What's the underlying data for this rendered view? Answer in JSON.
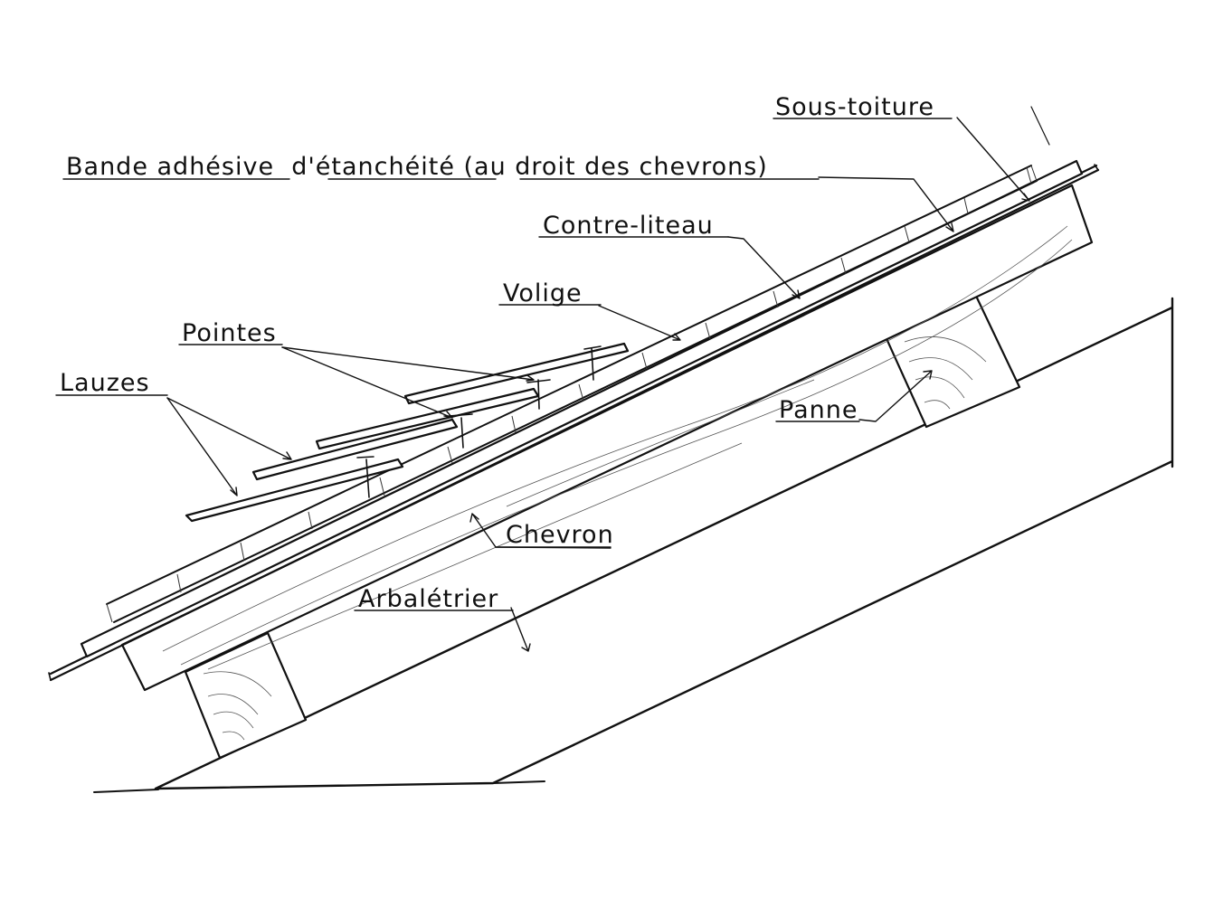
{
  "labels": {
    "sous_toiture": "Sous-toiture",
    "bande_adhesive": "Bande adhésive  d'étanchéité (au droit des chevrons)",
    "contre_liteau": "Contre-liteau",
    "volige": "Volige",
    "pointes": "Pointes",
    "lauzes": "Lauzes",
    "panne": "Panne",
    "chevron": "Chevron",
    "arbaletrier": "Arbalétrier"
  },
  "colors": {
    "ink": "#111111",
    "paper": "#ffffff"
  }
}
